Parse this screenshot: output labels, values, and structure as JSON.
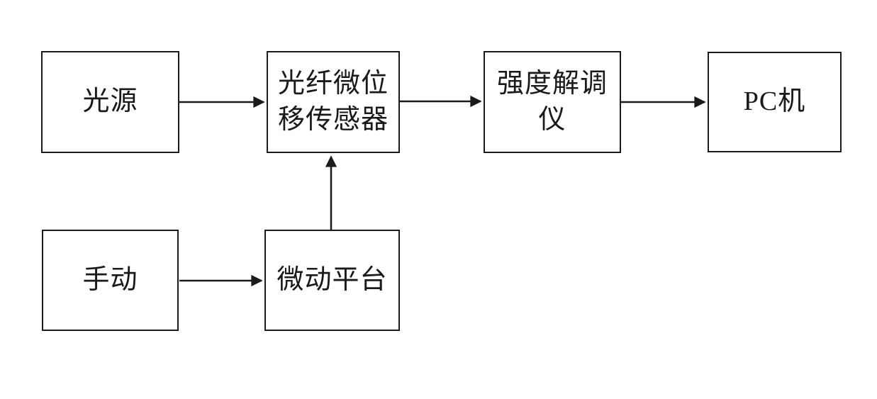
{
  "diagram": {
    "background_color": "#ffffff",
    "line_color": "#1a1a1a",
    "nodes": {
      "light_source": {
        "label": "光源"
      },
      "fiber_sensor": {
        "label": "光纤微位\n移传感器"
      },
      "demodulator": {
        "label": "强度解调\n仪"
      },
      "pc": {
        "label": "PC机"
      },
      "manual": {
        "label": "手动"
      },
      "micro_stage": {
        "label": "微动平台"
      }
    },
    "edges": [
      {
        "from": "light_source",
        "to": "fiber_sensor",
        "direction": "right"
      },
      {
        "from": "fiber_sensor",
        "to": "demodulator",
        "direction": "right"
      },
      {
        "from": "demodulator",
        "to": "pc",
        "direction": "right"
      },
      {
        "from": "manual",
        "to": "micro_stage",
        "direction": "right"
      },
      {
        "from": "micro_stage",
        "to": "fiber_sensor",
        "direction": "up"
      }
    ]
  }
}
